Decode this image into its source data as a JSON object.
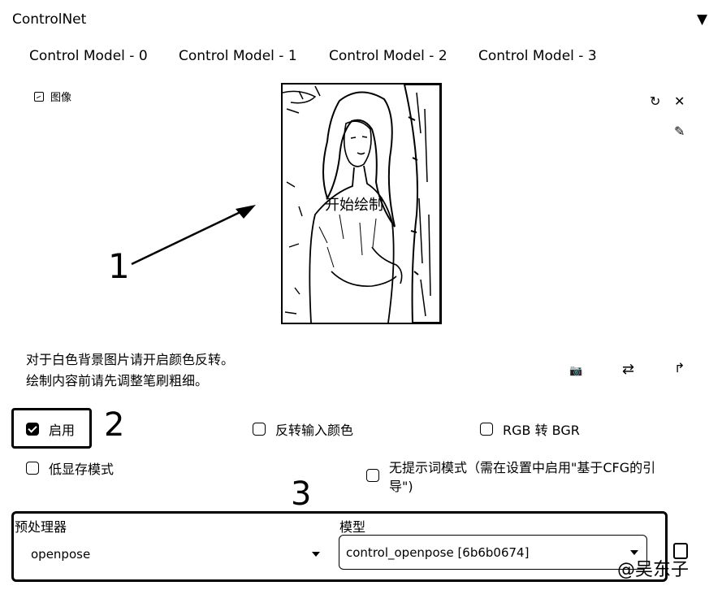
{
  "panel": {
    "title": "ControlNet",
    "collapse_icon": "▼"
  },
  "tabs": [
    "Control Model - 0",
    "Control Model - 1",
    "Control Model - 2",
    "Control Model - 3"
  ],
  "image": {
    "label": "图像",
    "overlay_text": "开始绘制",
    "tools": {
      "undo": "↻",
      "clear": "✕",
      "brush": "✎"
    }
  },
  "hints": {
    "line1": "对于白色背景图片请开启颜色反转。",
    "line2": "绘制内容前请先调整笔刷粗细。"
  },
  "image_actions": {
    "camera": "📷",
    "swap": "⇄",
    "send": "↱"
  },
  "annotations": {
    "n1": "1",
    "n2": "2",
    "n3": "3"
  },
  "options": {
    "enable": {
      "label": "启用",
      "checked": true
    },
    "invert": {
      "label": "反转输入颜色",
      "checked": false
    },
    "rgb2bgr": {
      "label": "RGB 转 BGR",
      "checked": false
    },
    "lowvram": {
      "label": "低显存模式",
      "checked": false
    },
    "guess_mode": {
      "label_line1": "无提示词模式（需在设置中启用\"基于CFG的引",
      "label_line2": "导\")",
      "checked": false
    }
  },
  "preprocessor": {
    "label": "预处理器",
    "value": "openpose"
  },
  "model": {
    "label": "模型",
    "value": "control_openpose [6b6b0674]"
  },
  "watermark": "@吴东子"
}
